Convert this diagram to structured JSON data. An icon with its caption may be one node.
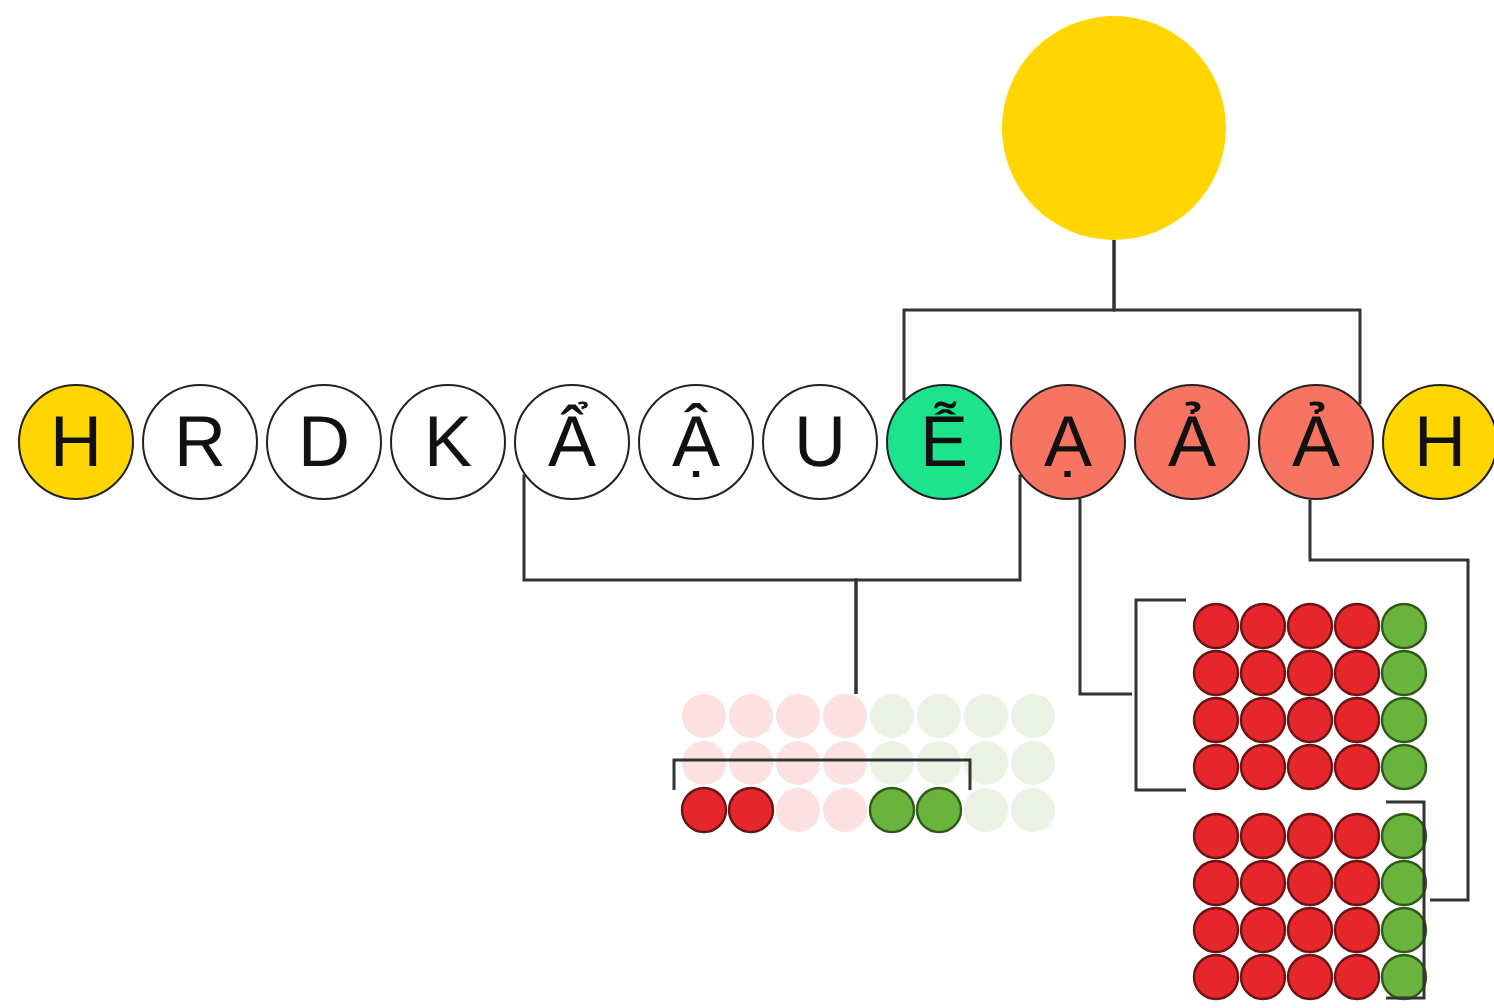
{
  "diagram": {
    "nodes": [
      {
        "text": [],
        "shape": "circle"
      },
      {
        "text": [
          "H"
        ]
      },
      {
        "text": [
          "R"
        ]
      },
      {
        "text": [
          "D"
        ]
      },
      {
        "text": [
          "K"
        ]
      },
      {
        "text": [
          "Ẩ"
        ]
      },
      {
        "text": [
          "Ậ"
        ]
      },
      {
        "text": [
          "U"
        ]
      },
      {
        "text": [
          "Ễ"
        ]
      },
      {
        "text": [
          "Ạ"
        ]
      },
      {
        "text": [
          "Ả"
        ]
      },
      {
        "text": [
          "Ả"
        ]
      },
      {
        "text": [
          "H"
        ]
      },
      {
        "text": [],
        "shape": "grid"
      },
      {
        "text": [],
        "shape": "grid"
      },
      {
        "text": [],
        "shape": "grid"
      }
    ],
    "edges": [
      {
        "from": 0,
        "to": 8,
        "arrow": "none"
      },
      {
        "from": 0,
        "to": 11,
        "arrow": "none"
      },
      {
        "from": 5,
        "to": 13,
        "arrow": "none"
      },
      {
        "from": 9,
        "to": 13,
        "arrow": "none"
      },
      {
        "from": 9,
        "to": 14,
        "arrow": "none"
      },
      {
        "from": 11,
        "to": 15,
        "arrow": "none"
      }
    ]
  }
}
